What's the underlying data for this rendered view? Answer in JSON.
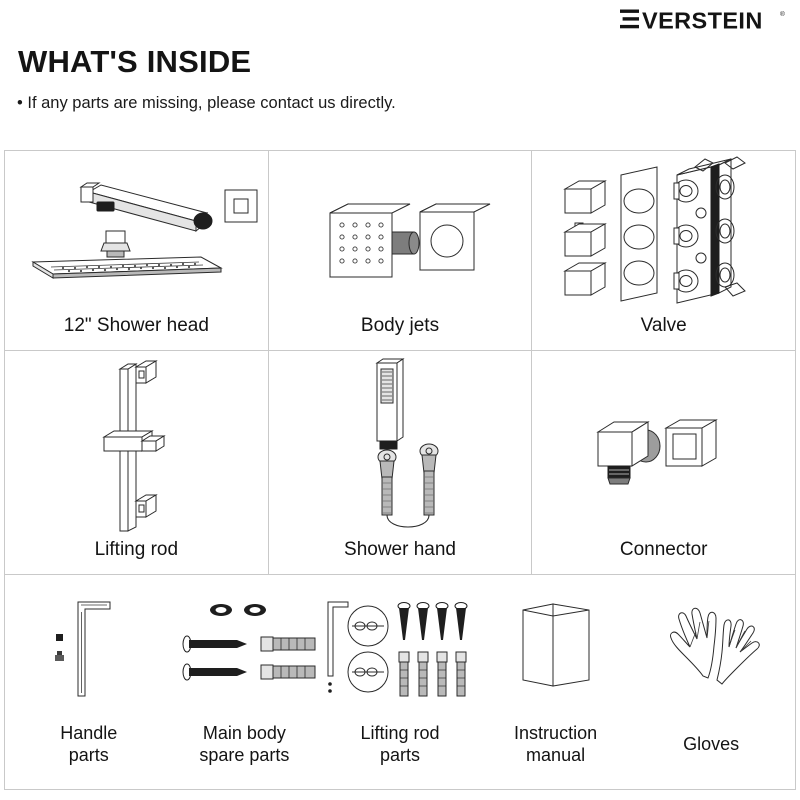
{
  "brand": {
    "name": "EVERSTEIN",
    "trademark": "®",
    "logo_icon": "everstein-logo-icon"
  },
  "header": {
    "title": "WHAT'S INSIDE",
    "subtitle": "• If any parts are missing, please contact us directly."
  },
  "grid": {
    "rows": [
      {
        "cells": [
          {
            "label": "12\" Shower head",
            "icon": "shower-head-icon"
          },
          {
            "label": "Body jets",
            "icon": "body-jets-icon"
          },
          {
            "label": "Valve",
            "icon": "valve-icon"
          }
        ]
      },
      {
        "cells": [
          {
            "label": "Lifting rod",
            "icon": "lifting-rod-icon"
          },
          {
            "label": "Shower hand",
            "icon": "shower-hand-icon"
          },
          {
            "label": "Connector",
            "icon": "connector-icon"
          }
        ]
      },
      {
        "cells": [
          {
            "label": "Handle\nparts",
            "icon": "handle-parts-icon",
            "lines": 2
          },
          {
            "label": "Main body\nspare parts",
            "icon": "main-body-spare-parts-icon",
            "lines": 2
          },
          {
            "label": "Lifting rod\nparts",
            "icon": "lifting-rod-parts-icon",
            "lines": 2
          },
          {
            "label": "Instruction\nmanual",
            "icon": "instruction-manual-icon",
            "lines": 2
          },
          {
            "label": "Gloves",
            "icon": "gloves-icon",
            "lines": 1
          }
        ]
      }
    ]
  },
  "colors": {
    "background": "#ffffff",
    "text": "#141414",
    "border": "#c9c9c9",
    "line_art": "#2b2b2b",
    "metal_light": "#e4e4e4",
    "metal_mid": "#b9b9b9",
    "metal_dark": "#7d7d7d",
    "hardware_black": "#1e1e1e"
  }
}
